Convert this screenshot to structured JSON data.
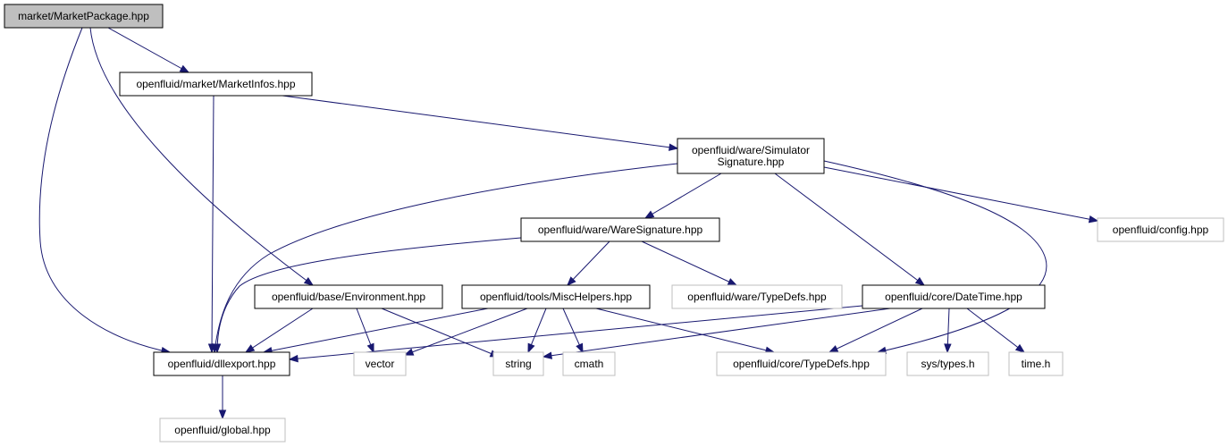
{
  "diagram": {
    "nodes": [
      {
        "id": "market_package",
        "lines": [
          "market/MarketPackage.hpp"
        ],
        "kind": "main"
      },
      {
        "id": "market_infos",
        "lines": [
          "openfluid/market/MarketInfos.hpp"
        ],
        "kind": "doc"
      },
      {
        "id": "simulator_signature",
        "lines": [
          "openfluid/ware/Simulator",
          "Signature.hpp"
        ],
        "kind": "doc"
      },
      {
        "id": "ware_signature",
        "lines": [
          "openfluid/ware/WareSignature.hpp"
        ],
        "kind": "doc"
      },
      {
        "id": "config",
        "lines": [
          "openfluid/config.hpp"
        ],
        "kind": "ext"
      },
      {
        "id": "environment",
        "lines": [
          "openfluid/base/Environment.hpp"
        ],
        "kind": "doc"
      },
      {
        "id": "misc_helpers",
        "lines": [
          "openfluid/tools/MiscHelpers.hpp"
        ],
        "kind": "doc"
      },
      {
        "id": "ware_typedefs",
        "lines": [
          "openfluid/ware/TypeDefs.hpp"
        ],
        "kind": "ext"
      },
      {
        "id": "date_time",
        "lines": [
          "openfluid/core/DateTime.hpp"
        ],
        "kind": "doc"
      },
      {
        "id": "dllexport",
        "lines": [
          "openfluid/dllexport.hpp"
        ],
        "kind": "doc"
      },
      {
        "id": "vector",
        "lines": [
          "vector"
        ],
        "kind": "ext"
      },
      {
        "id": "string",
        "lines": [
          "string"
        ],
        "kind": "ext"
      },
      {
        "id": "cmath",
        "lines": [
          "cmath"
        ],
        "kind": "ext"
      },
      {
        "id": "core_typedefs",
        "lines": [
          "openfluid/core/TypeDefs.hpp"
        ],
        "kind": "ext"
      },
      {
        "id": "sys_types",
        "lines": [
          "sys/types.h"
        ],
        "kind": "ext"
      },
      {
        "id": "time_h",
        "lines": [
          "time.h"
        ],
        "kind": "ext"
      },
      {
        "id": "global",
        "lines": [
          "openfluid/global.hpp"
        ],
        "kind": "ext"
      }
    ],
    "edges": [
      {
        "from": "market_package",
        "to": "market_infos"
      },
      {
        "from": "market_package",
        "to": "environment"
      },
      {
        "from": "market_package",
        "to": "dllexport"
      },
      {
        "from": "market_infos",
        "to": "simulator_signature"
      },
      {
        "from": "market_infos",
        "to": "dllexport"
      },
      {
        "from": "simulator_signature",
        "to": "ware_signature"
      },
      {
        "from": "simulator_signature",
        "to": "config"
      },
      {
        "from": "simulator_signature",
        "to": "date_time"
      },
      {
        "from": "simulator_signature",
        "to": "core_typedefs"
      },
      {
        "from": "simulator_signature",
        "to": "dllexport"
      },
      {
        "from": "ware_signature",
        "to": "misc_helpers"
      },
      {
        "from": "ware_signature",
        "to": "ware_typedefs"
      },
      {
        "from": "ware_signature",
        "to": "dllexport"
      },
      {
        "from": "environment",
        "to": "dllexport"
      },
      {
        "from": "environment",
        "to": "vector"
      },
      {
        "from": "environment",
        "to": "string"
      },
      {
        "from": "misc_helpers",
        "to": "dllexport"
      },
      {
        "from": "misc_helpers",
        "to": "vector"
      },
      {
        "from": "misc_helpers",
        "to": "string"
      },
      {
        "from": "misc_helpers",
        "to": "cmath"
      },
      {
        "from": "misc_helpers",
        "to": "core_typedefs"
      },
      {
        "from": "date_time",
        "to": "dllexport"
      },
      {
        "from": "date_time",
        "to": "string"
      },
      {
        "from": "date_time",
        "to": "core_typedefs"
      },
      {
        "from": "date_time",
        "to": "sys_types"
      },
      {
        "from": "date_time",
        "to": "time_h"
      },
      {
        "from": "dllexport",
        "to": "global"
      }
    ]
  }
}
